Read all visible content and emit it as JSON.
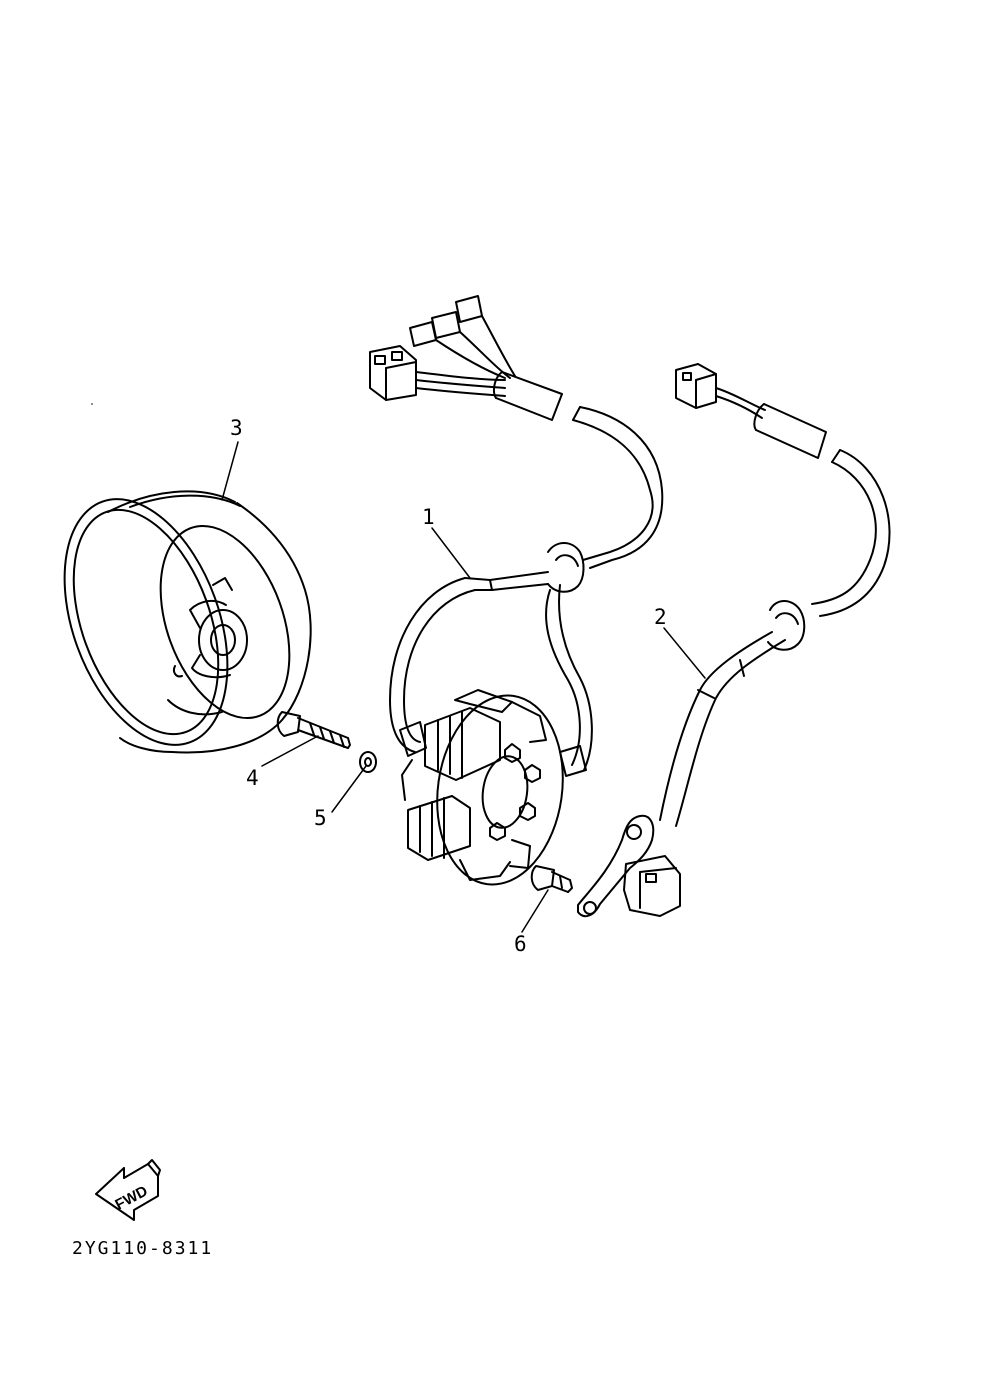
{
  "callouts": {
    "part_1": "1",
    "part_2": "2",
    "part_3": "3",
    "part_4": "4",
    "part_5": "5",
    "part_6": "6"
  },
  "fwd_label": "FWD",
  "drawing_code": "2YG110-8311",
  "ink_color": "#000000",
  "paper_color": "#ffffff"
}
